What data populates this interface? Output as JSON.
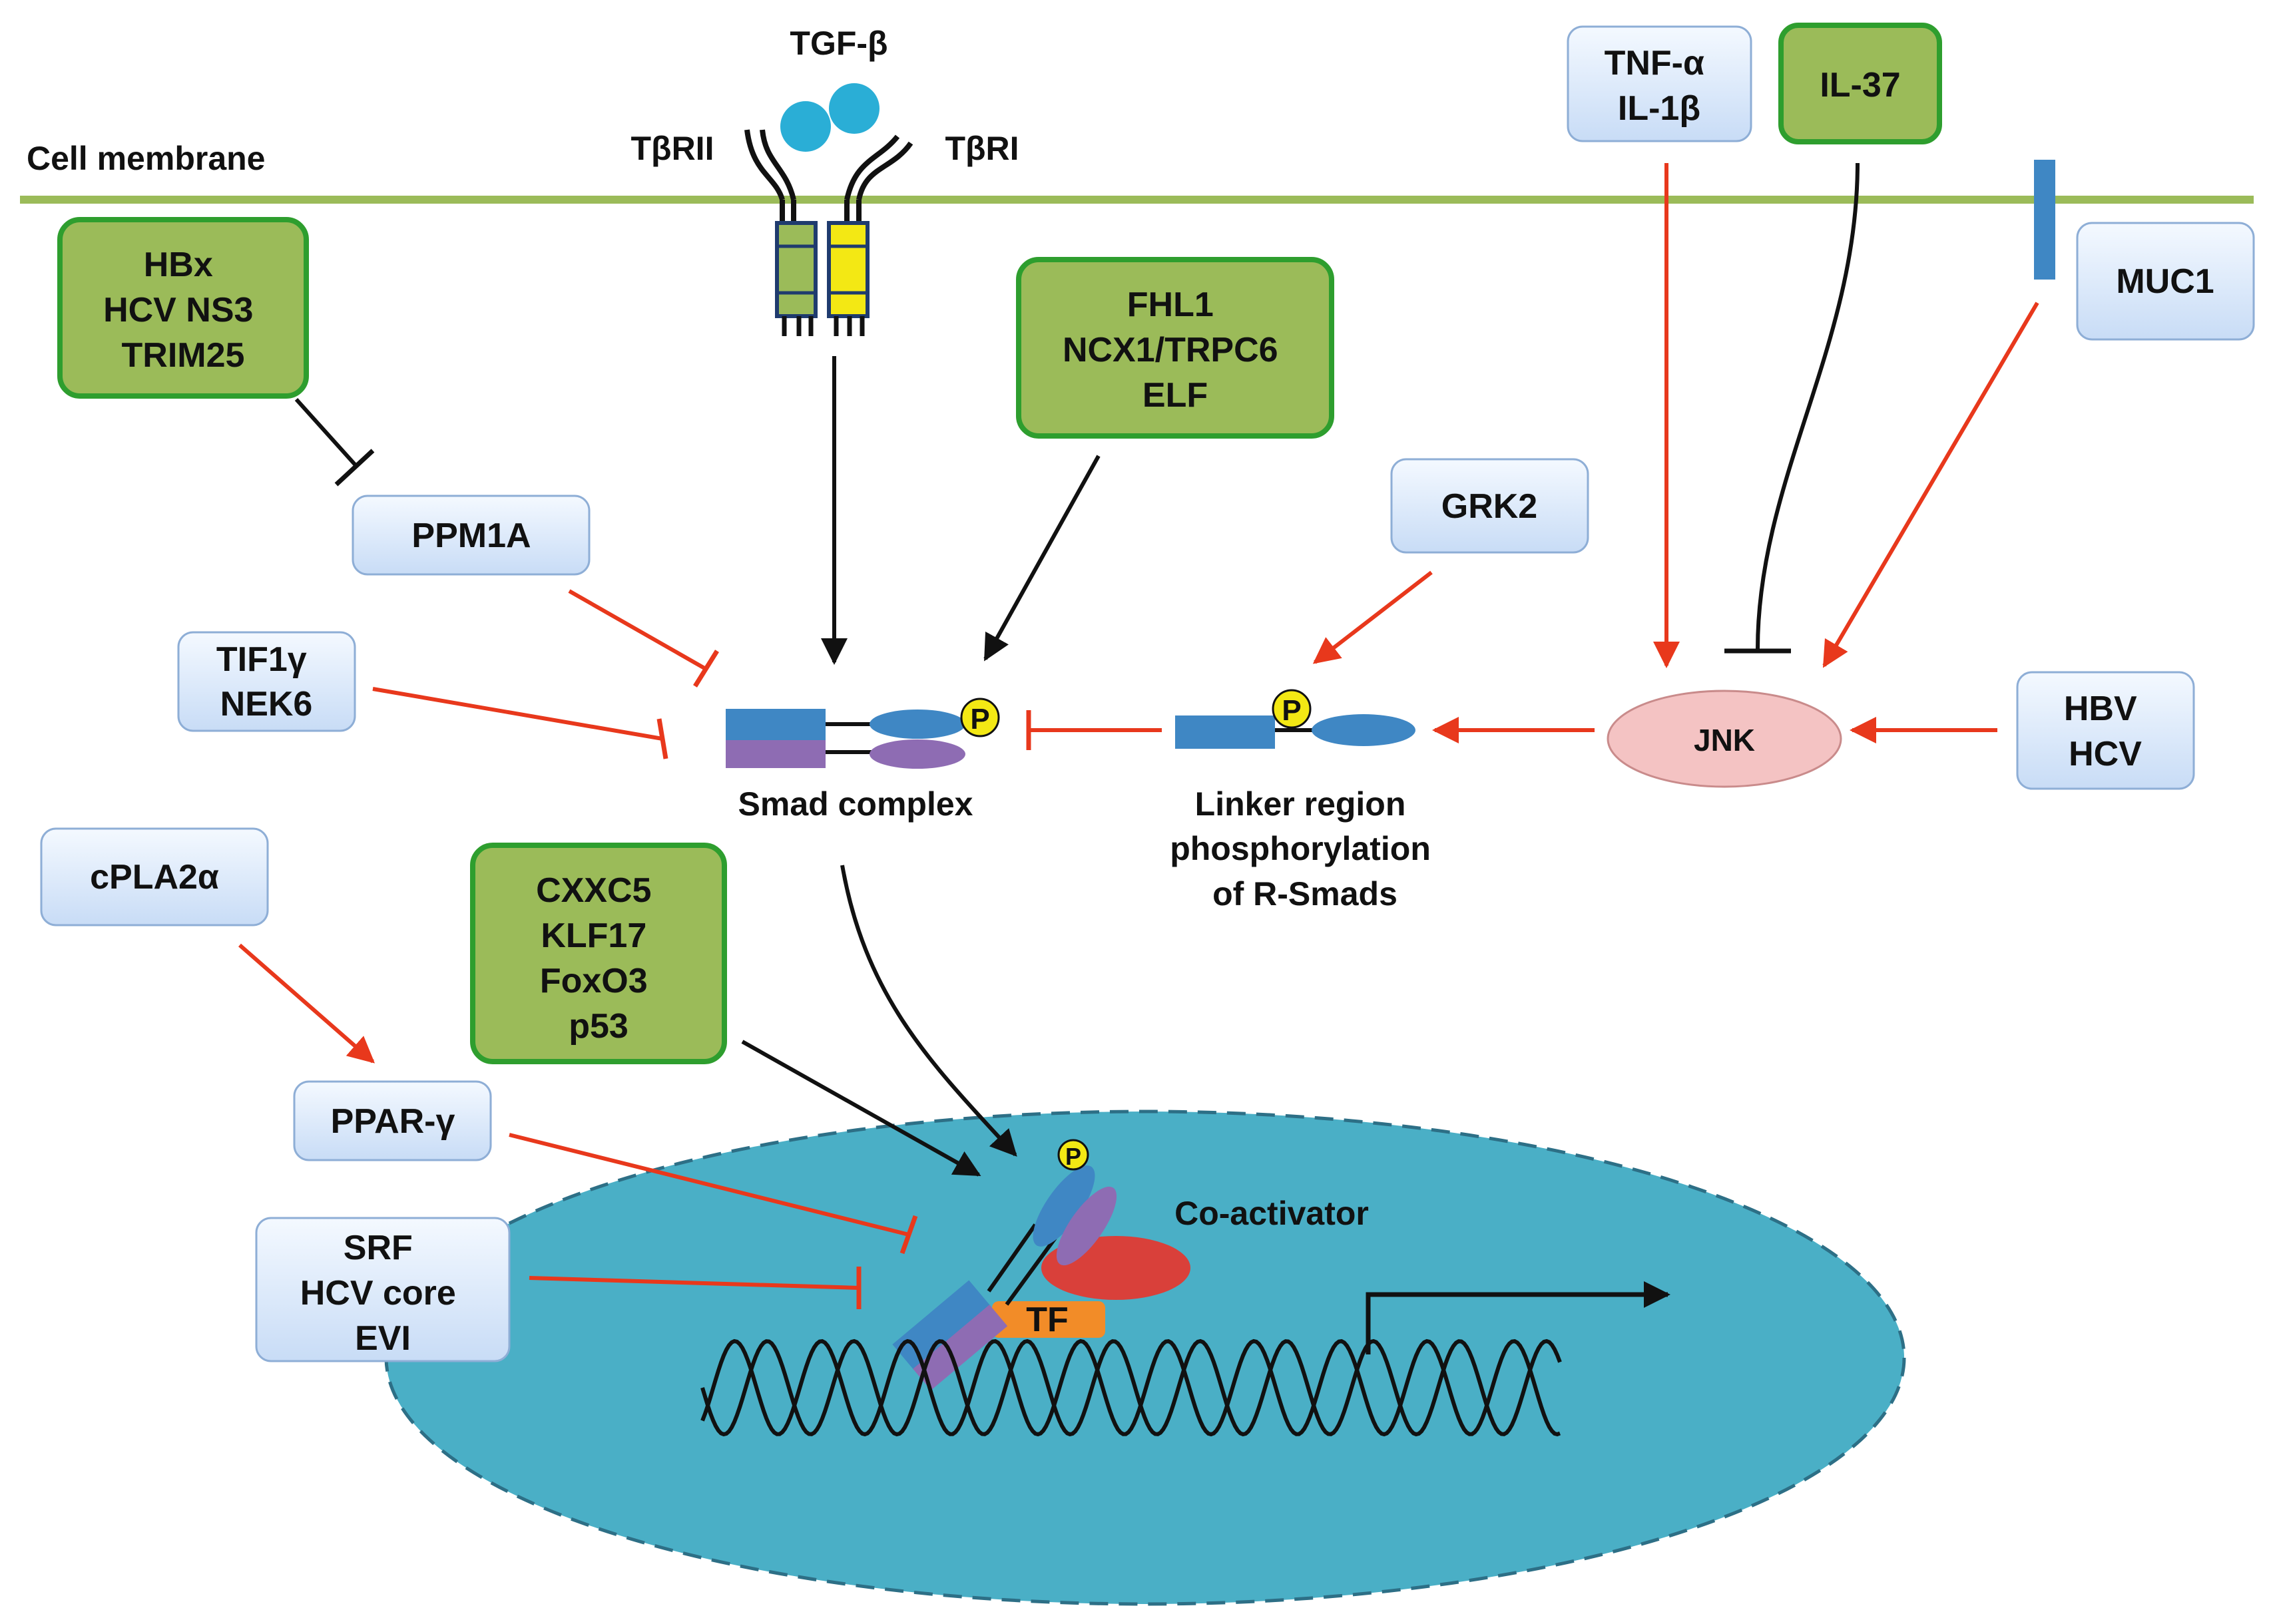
{
  "membrane": {
    "label": "Cell membrane"
  },
  "receptor": {
    "ligand": "TGF-β",
    "type2": "TβRII",
    "type1": "TβRI"
  },
  "boxes": {
    "hbx": [
      "HBx",
      "HCV NS3",
      "TRIM25"
    ],
    "ppm1a": [
      "PPM1A"
    ],
    "tif1g": [
      "TIF1γ",
      "NEK6"
    ],
    "fhl1": [
      "FHL1",
      "NCX1/TRPC6",
      "ELF"
    ],
    "grk2": [
      "GRK2"
    ],
    "tnfa": [
      "TNF-α",
      "IL-1β"
    ],
    "il37": [
      "IL-37"
    ],
    "muc1": [
      "MUC1"
    ],
    "hbv": [
      "HBV",
      "HCV"
    ],
    "cpla2a": [
      "cPLA2α"
    ],
    "cxxc5": [
      "CXXC5",
      "KLF17",
      "FoxO3",
      "p53"
    ],
    "pparg": [
      "PPAR-γ"
    ],
    "srf": [
      "SRF",
      "HCV core",
      "EVI"
    ]
  },
  "nodes": {
    "jnk": "JNK",
    "smad_complex": "Smad complex",
    "linker": [
      "Linker region",
      "phosphorylation",
      "of  R-Smads"
    ],
    "p_label": "P",
    "coactivator": "Co-activator",
    "tf": "TF"
  },
  "colors": {
    "activation_red": "#e8381c",
    "membrane_green": "#9bbb59",
    "nucleus_teal": "#4aafc6",
    "green_box": "#9bbb59",
    "blue_box": "#d6e6fa"
  }
}
